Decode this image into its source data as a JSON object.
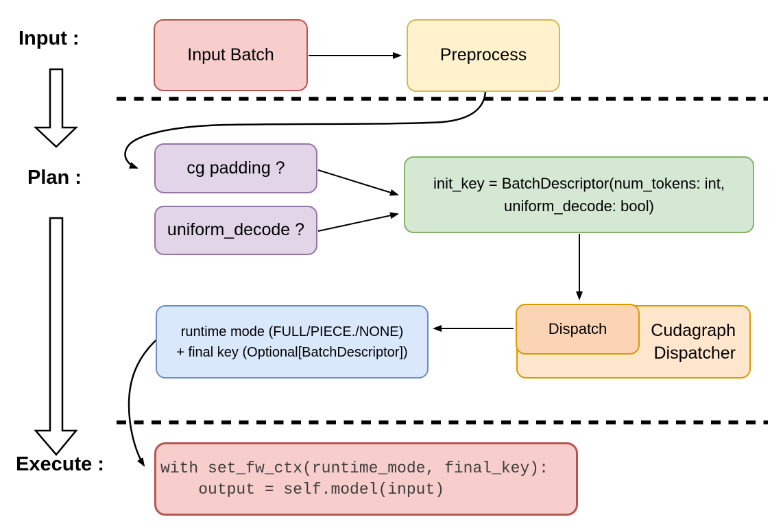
{
  "stage_labels": {
    "input": "Input :",
    "plan": "Plan :",
    "execute": "Execute :"
  },
  "nodes": {
    "input_batch": "Input Batch",
    "preprocess": "Preprocess",
    "cg_padding": "cg padding ?",
    "uniform_decode": "uniform_decode ?",
    "init_key_line1": "init_key = BatchDescriptor(num_tokens: int,",
    "init_key_line2": "uniform_decode: bool)",
    "dispatch": "Dispatch",
    "cudagraph_line1": "Cudagraph",
    "cudagraph_line2": "Dispatcher",
    "runtime_line1": "runtime mode (FULL/PIECE./NONE)",
    "runtime_line2": "+ final key (Optional[BatchDescriptor])",
    "code_line1": "with set_fw_ctx(runtime_mode, final_key):",
    "code_line2": "    output = self.model(input)"
  },
  "colors": {
    "red_fill": "#f8cecc",
    "red_stroke": "#b85450",
    "yellow_fill": "#fff2cc",
    "yellow_stroke": "#d6b656",
    "purple_fill": "#e1d5e7",
    "purple_stroke": "#9673a6",
    "green_fill": "#d5e8d4",
    "green_stroke": "#82b366",
    "blue_fill": "#dae8fc",
    "blue_stroke": "#6c8ebf",
    "orange_fill": "#ffe6cc",
    "orange_inner_fill": "#fad4b4",
    "orange_stroke": "#d79b00",
    "line": "#000000",
    "code_text": "#3d3d3d"
  }
}
